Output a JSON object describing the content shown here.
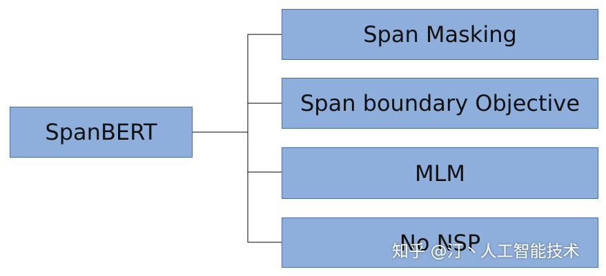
{
  "root": {
    "label": "SpanBERT"
  },
  "children": [
    {
      "label": "Span Masking"
    },
    {
      "label": "Span boundary Objective"
    },
    {
      "label": "MLM"
    },
    {
      "label": "No NSP"
    }
  ],
  "watermark": {
    "text": "知乎 @汀丶人工智能技术"
  },
  "colors": {
    "box_fill": "#8eaedb",
    "box_border": "#4a6e9e",
    "connector": "#000000"
  }
}
